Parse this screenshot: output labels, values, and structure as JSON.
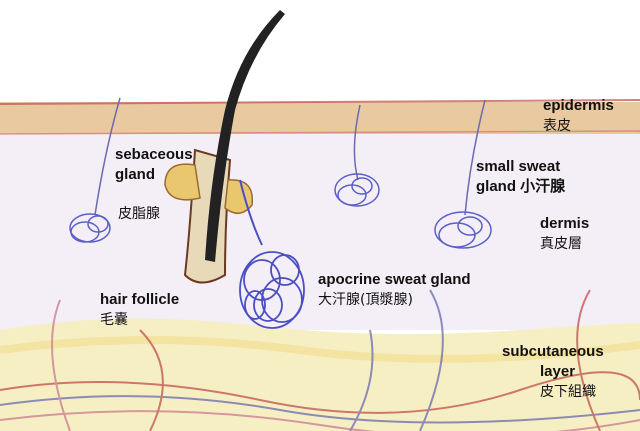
{
  "labels": {
    "epidermis": {
      "en": "epidermis",
      "zh": "表皮"
    },
    "sebaceous_gland": {
      "en1": "sebaceous",
      "en2": "gland",
      "zh": "皮脂腺"
    },
    "small_sweat_gland": {
      "en1": "small sweat",
      "en2": "gland 小汗腺"
    },
    "dermis": {
      "en": "dermis",
      "zh": "真皮層"
    },
    "apocrine_sweat_gland": {
      "en": "apocrine sweat gland",
      "zh": "大汗腺(頂漿腺)"
    },
    "hair_follicle": {
      "en": "hair follicle",
      "zh": "毛囊"
    },
    "subcutaneous_layer": {
      "en1": "subcutaneous",
      "en2": "layer",
      "zh": "皮下組織"
    }
  },
  "colors": {
    "epidermis": "#e9c9a0",
    "dermis": "#f4eef6",
    "subcutaneous": "#f7efc4",
    "hair": "#222222",
    "sebaceous": "#e8c76e",
    "gland_blue": "#4a4fc4",
    "vessel_red": "#c0504d",
    "vessel_blue": "#6a6ab0"
  }
}
